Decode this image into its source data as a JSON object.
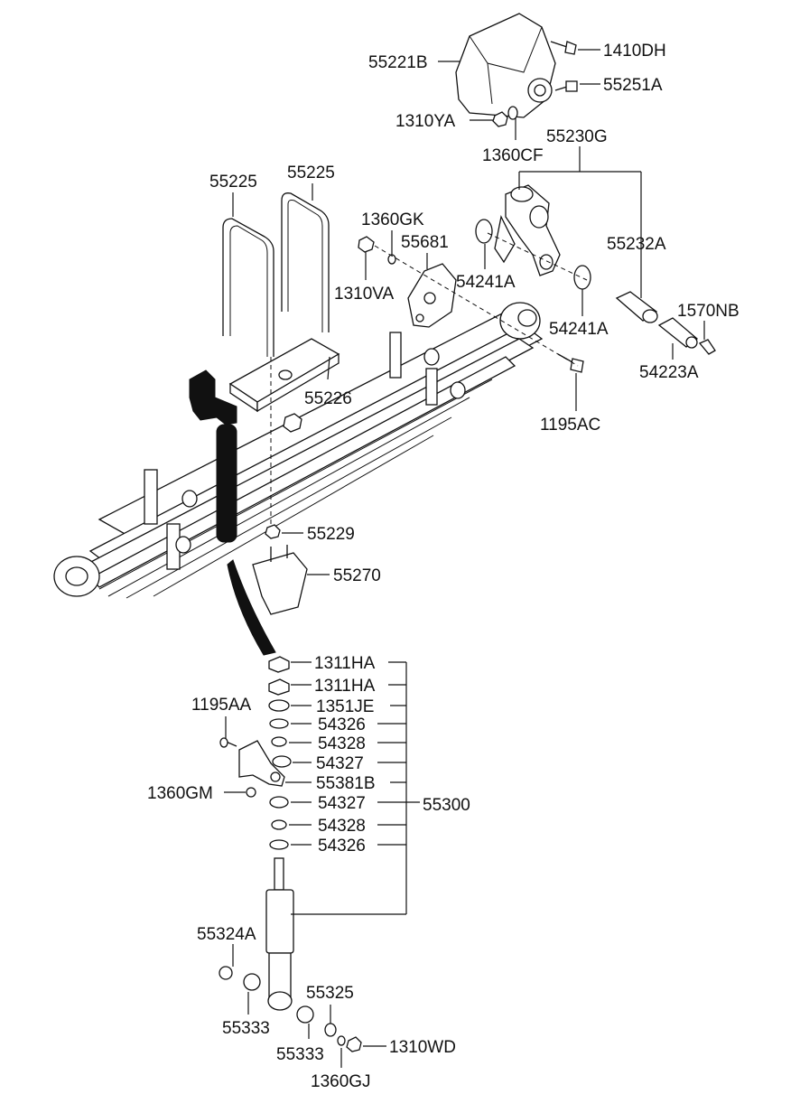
{
  "labels": {
    "p55221B": "55221B",
    "p1410DH": "1410DH",
    "p55251A": "55251A",
    "p1310YA": "1310YA",
    "p1360CF": "1360CF",
    "p55230G": "55230G",
    "p55225a": "55225",
    "p55225b": "55225",
    "p1360GK": "1360GK",
    "p55681": "55681",
    "p1310VA": "1310VA",
    "p54241Aa": "54241A",
    "p54241Ab": "54241A",
    "p55232A": "55232A",
    "p1570NB": "1570NB",
    "p54223A": "54223A",
    "p1195AC": "1195AC",
    "p55226": "55226",
    "p55229": "55229",
    "p55270": "55270",
    "p1311HAa": "1311HA",
    "p1311HAb": "1311HA",
    "p1195AA": "1195AA",
    "p1351JE": "1351JE",
    "p54326a": "54326",
    "p54328a": "54328",
    "p54327a": "54327",
    "p1360GM": "1360GM",
    "p55381B": "55381B",
    "p54327b": "54327",
    "p55300": "55300",
    "p54328b": "54328",
    "p54326b": "54326",
    "p55324A": "55324A",
    "p55333a": "55333",
    "p55325": "55325",
    "p55333b": "55333",
    "p1310WD": "1310WD",
    "p1360GJ": "1360GJ"
  }
}
